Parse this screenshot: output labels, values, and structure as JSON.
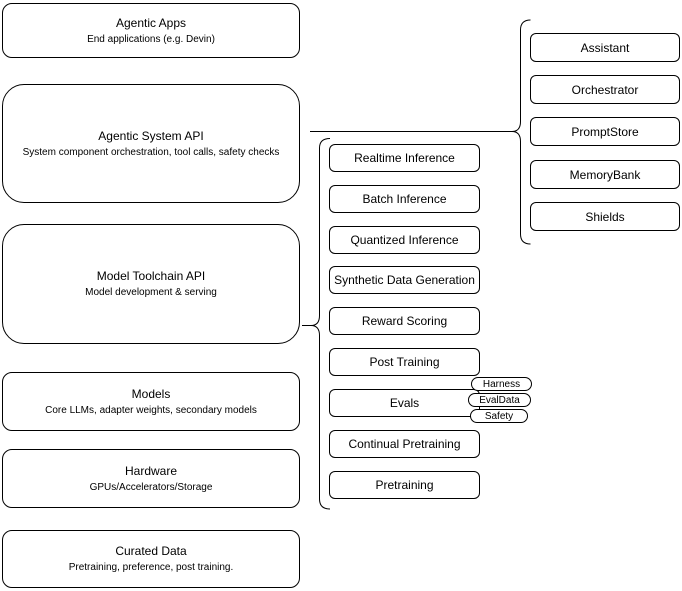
{
  "diagram": {
    "background_color": "#ffffff",
    "stroke_color": "#000000",
    "stack_layers": [
      {
        "title": "Agentic Apps",
        "subtitle": "End applications (e.g. Devin)"
      },
      {
        "title": "Agentic System API",
        "subtitle": "System component orchestration, tool calls, safety checks"
      },
      {
        "title": "Model Toolchain API",
        "subtitle": "Model development & serving"
      },
      {
        "title": "Models",
        "subtitle": "Core LLMs, adapter weights, secondary models"
      },
      {
        "title": "Hardware",
        "subtitle": "GPUs/Accelerators/Storage"
      },
      {
        "title": "Curated Data",
        "subtitle": "Pretraining, preference, post training."
      }
    ],
    "toolchain_items": [
      "Realtime Inference",
      "Batch Inference",
      "Quantized Inference",
      "Synthetic Data Generation",
      "Reward Scoring",
      "Post Training",
      "Evals",
      "Continual Pretraining",
      "Pretraining"
    ],
    "eval_tags": [
      "Harness",
      "EvalData",
      "Safety"
    ],
    "system_components": [
      "Assistant",
      "Orchestrator",
      "PromptStore",
      "MemoryBank",
      "Shields"
    ]
  }
}
